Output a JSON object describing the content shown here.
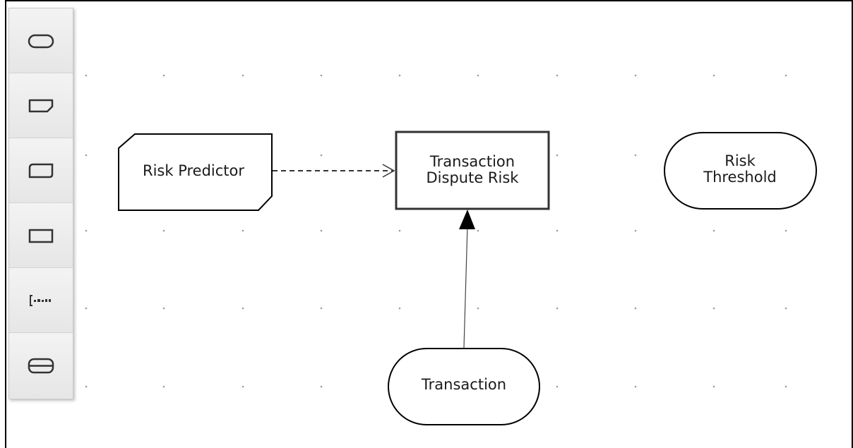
{
  "palette": {
    "items": [
      {
        "icon": "decision-oval-icon"
      },
      {
        "icon": "input-data-icon"
      },
      {
        "icon": "knowledge-source-icon"
      },
      {
        "icon": "decision-rectangle-icon"
      },
      {
        "icon": "text-annotation-icon"
      },
      {
        "icon": "decision-service-icon"
      }
    ]
  },
  "diagram": {
    "nodes": {
      "risk_predictor": {
        "lines": [
          "Risk Predictor"
        ]
      },
      "transaction_dispute_risk": {
        "lines": [
          "Transaction",
          "Dispute Risk"
        ]
      },
      "risk_threshold": {
        "lines": [
          "Risk",
          "Threshold"
        ]
      },
      "transaction": {
        "lines": [
          "Transaction"
        ]
      }
    }
  }
}
